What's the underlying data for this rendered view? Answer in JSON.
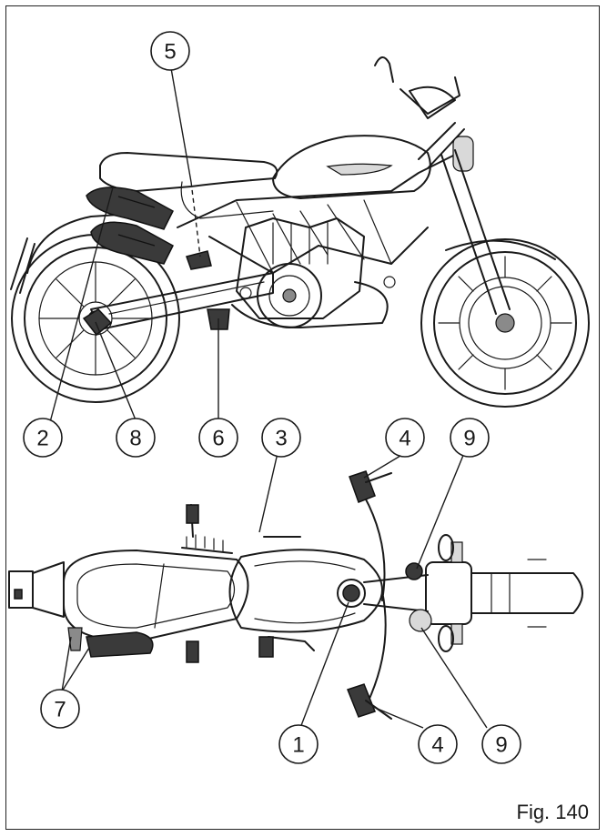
{
  "figure": {
    "label": "Fig. 140"
  },
  "callouts": [
    {
      "id": "5",
      "label": "5"
    },
    {
      "id": "2",
      "label": "2"
    },
    {
      "id": "8",
      "label": "8"
    },
    {
      "id": "6",
      "label": "6"
    },
    {
      "id": "3",
      "label": "3"
    },
    {
      "id": "4a",
      "label": "4"
    },
    {
      "id": "9a",
      "label": "9"
    },
    {
      "id": "7",
      "label": "7"
    },
    {
      "id": "1",
      "label": "1"
    },
    {
      "id": "4b",
      "label": "4"
    },
    {
      "id": "9b",
      "label": "9"
    }
  ]
}
